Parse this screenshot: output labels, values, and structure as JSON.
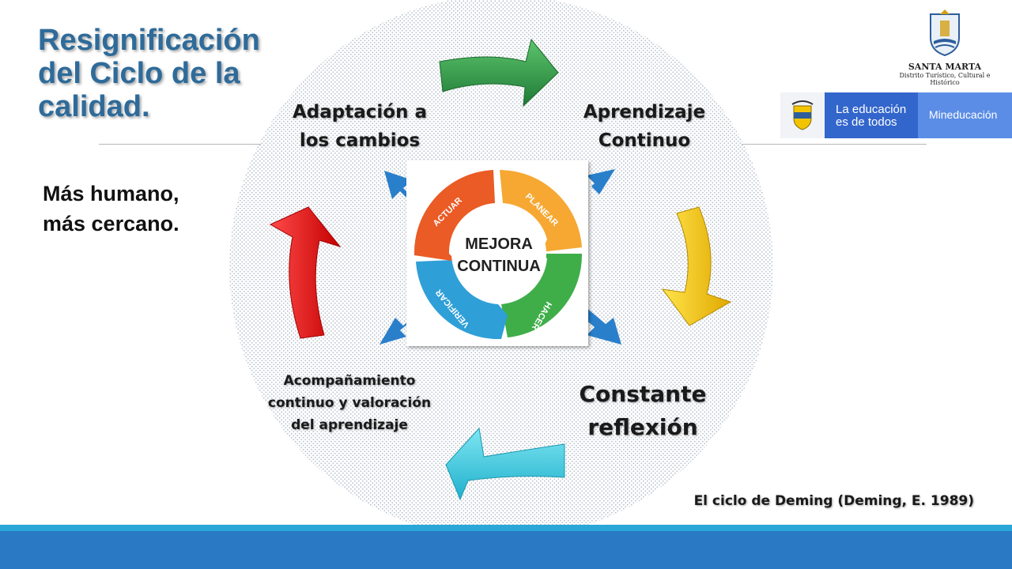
{
  "title": "Resignificación del Ciclo de la calidad.",
  "side_text": "Más humano, más cercano.",
  "labels": {
    "top_left": "Adaptación a los cambios",
    "top_right": "Aprendizaje Continuo",
    "bottom_right": "Constante reflexión",
    "bottom_left": "Acompañamiento continuo y valoración del aprendizaje"
  },
  "pdca": {
    "center": [
      "MEJORA",
      "CONTINUA"
    ],
    "segments": [
      "PLANEAR",
      "HACER",
      "VERIFICAR",
      "ACTUAR"
    ]
  },
  "citation": "El ciclo de Deming (Deming, E. 1989)",
  "logos": {
    "city_name": "SANTA MARTA",
    "city_subtitle": "Distrito Turístico, Cultural e Histórico",
    "ministry_slogan": "La educación es de todos",
    "ministry_name": "Mineducación"
  },
  "colors": {
    "title": "#2e6b9a",
    "arrow_green": "#2e9a48",
    "arrow_yellow": "#f2c400",
    "arrow_cyan": "#33c6dc",
    "arrow_red": "#e8191b",
    "arrow_blue": "#2a7fcb",
    "planear": "#f6a833",
    "hacer": "#3fae49",
    "verificar": "#2f9fd8",
    "actuar": "#ea5b26"
  }
}
